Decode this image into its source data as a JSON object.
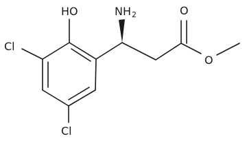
{
  "molecule": {
    "atoms": {
      "hydroxyl": "HO",
      "amino": "NH",
      "amino_subscript": "2",
      "carbonyl_oxygen": "O",
      "ester_oxygen": "O",
      "chloro_left": "Cl",
      "chloro_bottom": "Cl"
    },
    "stereo": "wedge-bond"
  },
  "colors": {
    "ink": "#1a1a1a",
    "background": "#ffffff"
  }
}
